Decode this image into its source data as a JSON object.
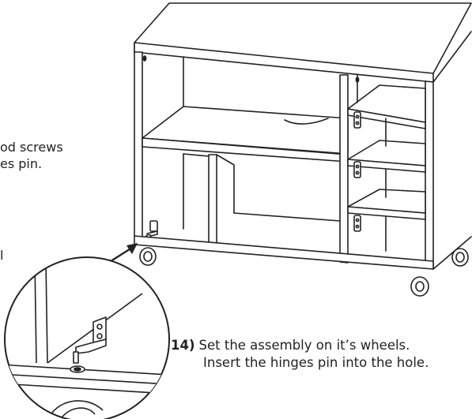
{
  "previous_step": {
    "line1": "od screws",
    "line2": "es pin.",
    "stub": "l"
  },
  "step14": {
    "number": "14)",
    "line1": "Set the assembly on it’s wheels.",
    "line2": "Insert the hinges pin into the hole."
  },
  "colors": {
    "ink": "#222222",
    "paper": "#ffffff"
  }
}
